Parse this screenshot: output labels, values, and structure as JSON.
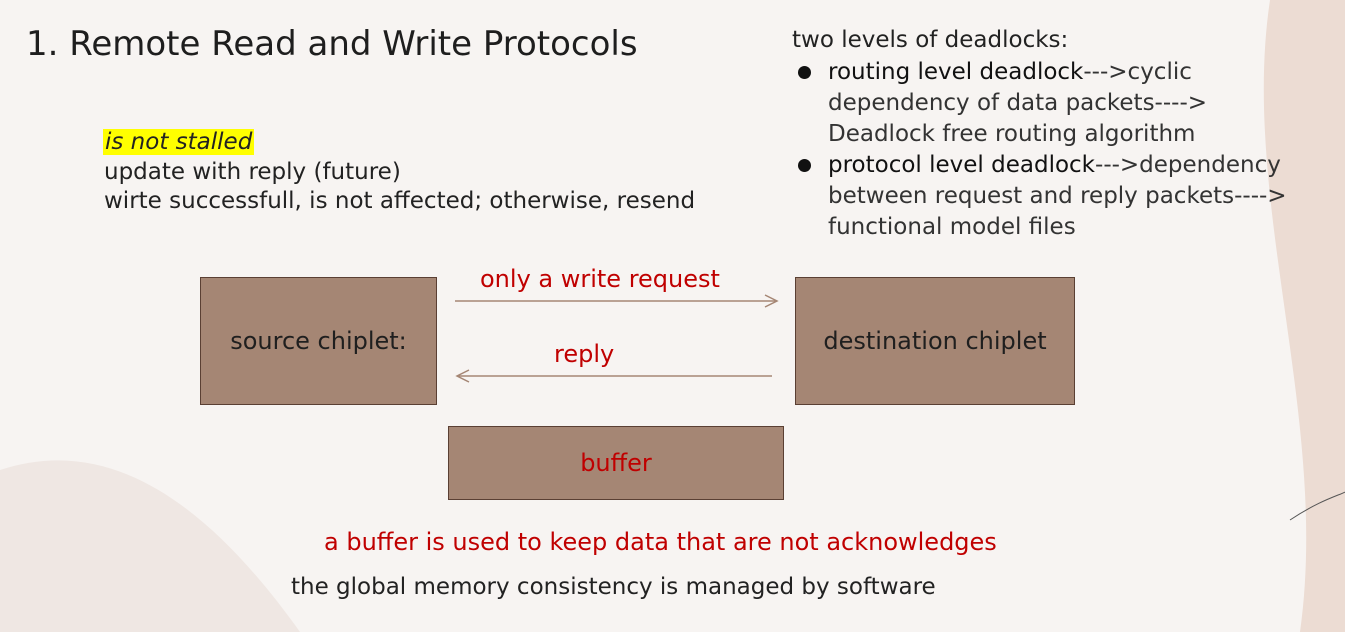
{
  "slide": {
    "title": "1. Remote Read and Write Protocols",
    "stall_note": "is not stalled",
    "update_note": "update with reply (future)",
    "write_note": "wirte successfull, is not affected; otherwise, resend",
    "deadlocks": {
      "heading": "two levels of deadlocks:",
      "items": [
        {
          "lead": "routing level deadlock",
          "line1_rest": "--->cyclic",
          "line2": "dependency of data packets---->",
          "line3": "Deadlock free routing algorithm"
        },
        {
          "lead": "protocol level deadlock",
          "line1_rest": "--->dependency",
          "line2": "between request and reply packets---->",
          "line3": "functional model files"
        }
      ]
    }
  },
  "diagram": {
    "source_label": "source chiplet:",
    "destination_label": "destination chiplet",
    "buffer_label": "buffer",
    "write_request_label": "only a write request",
    "reply_label": "reply",
    "buffer_note": "a buffer is used to keep data that are not acknowledges",
    "memory_note": "the global memory consistency is managed by software"
  },
  "colors": {
    "box_fill": "#a58674",
    "accent_text": "#c00000",
    "highlight": "#ffff00",
    "arrow": "#a58674"
  }
}
